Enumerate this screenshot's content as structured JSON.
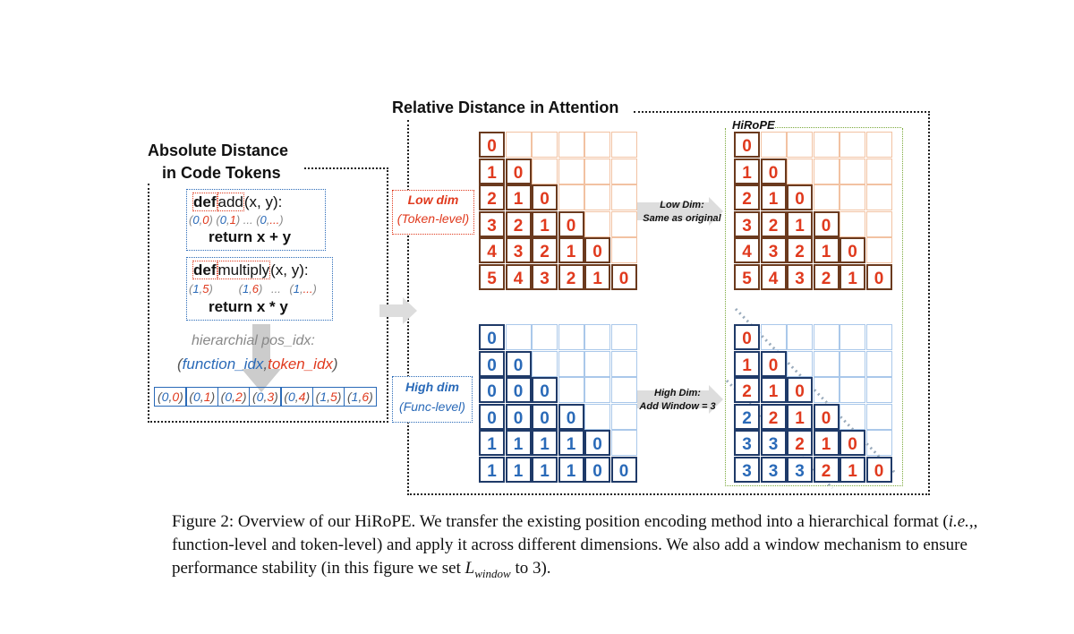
{
  "left_panel": {
    "title_line1": "Absolute Distance",
    "title_line2": "in Code Tokens",
    "func1": {
      "kw": "def",
      "name": "add",
      "args": "(x, y):",
      "idx": [
        [
          "0",
          "0"
        ],
        [
          "0",
          "1"
        ],
        [
          "0",
          "..."
        ]
      ],
      "ret": "return x + y"
    },
    "func2": {
      "kw": "def",
      "name": "multiply",
      "args": "(x, y):",
      "idx": [
        [
          "1",
          "5"
        ],
        [
          "1",
          "6"
        ],
        [
          "1",
          "..."
        ]
      ],
      "ret": "return x * y"
    },
    "hier_label": "hierarchial pos_idx:",
    "hier_func": "function_idx",
    "hier_tok": "token_idx",
    "tokens": [
      [
        "0",
        "0"
      ],
      [
        "0",
        "1"
      ],
      [
        "0",
        "2"
      ],
      [
        "0",
        "3"
      ],
      [
        "0",
        "4"
      ],
      [
        "1",
        "5"
      ],
      [
        "1",
        "6"
      ]
    ]
  },
  "right_panel": {
    "title": "Relative Distance in Attention",
    "low_dim": {
      "line1": "Low dim",
      "line2": "(Token-level)"
    },
    "high_dim": {
      "line1": "High dim",
      "line2": "(Func-level)"
    },
    "low_arrow": {
      "line1": "Low Dim:",
      "line2": "Same as original"
    },
    "high_arrow": {
      "line1": "High Dim:",
      "line2": "Add Window = 3"
    },
    "hirope_label": "HiRoPE"
  },
  "matrices": {
    "low_original": [
      [
        "0"
      ],
      [
        "1",
        "0"
      ],
      [
        "2",
        "1",
        "0"
      ],
      [
        "3",
        "2",
        "1",
        "0"
      ],
      [
        "4",
        "3",
        "2",
        "1",
        "0"
      ],
      [
        "5",
        "4",
        "3",
        "2",
        "1",
        "0"
      ]
    ],
    "high_original": [
      [
        "0"
      ],
      [
        "0",
        "0"
      ],
      [
        "0",
        "0",
        "0"
      ],
      [
        "0",
        "0",
        "0",
        "0"
      ],
      [
        "1",
        "1",
        "1",
        "1",
        "0"
      ],
      [
        "1",
        "1",
        "1",
        "1",
        "0",
        "0"
      ]
    ],
    "low_hirope": [
      [
        "0"
      ],
      [
        "1",
        "0"
      ],
      [
        "2",
        "1",
        "0"
      ],
      [
        "3",
        "2",
        "1",
        "0"
      ],
      [
        "4",
        "3",
        "2",
        "1",
        "0"
      ],
      [
        "5",
        "4",
        "3",
        "2",
        "1",
        "0"
      ]
    ],
    "high_hirope": [
      [
        "0"
      ],
      [
        "1",
        "0"
      ],
      [
        "2",
        "1",
        "0"
      ],
      [
        "2",
        "2",
        "1",
        "0"
      ],
      [
        "3",
        "3",
        "2",
        "1",
        "0"
      ],
      [
        "3",
        "3",
        "3",
        "2",
        "1",
        "0"
      ]
    ],
    "high_hirope_colors": [
      [
        "r"
      ],
      [
        "r",
        "r"
      ],
      [
        "r",
        "r",
        "r"
      ],
      [
        "b",
        "r",
        "r",
        "r"
      ],
      [
        "b",
        "b",
        "r",
        "r",
        "r"
      ],
      [
        "b",
        "b",
        "b",
        "r",
        "r",
        "r"
      ]
    ]
  },
  "colors": {
    "red": "#e03a1e",
    "blue": "#2a6ab8",
    "brown": "#6b3a1e",
    "peach": "#f2c2a2",
    "navy": "#1f3a68",
    "lightblue": "#aac8ea",
    "green": "#7aa83a"
  },
  "caption": {
    "p1": "Figure 2: Overview of our HiRoPE. We transfer the existing position encoding method into a hierarchical format (",
    "ie": "i.e.,",
    "p2": ", function-level and token-level) and apply it across different dimensions. We also add a window mechanism to ensure performance stability (in this figure we set ",
    "L": "L",
    "sub": "window",
    "p3": " to 3)."
  }
}
